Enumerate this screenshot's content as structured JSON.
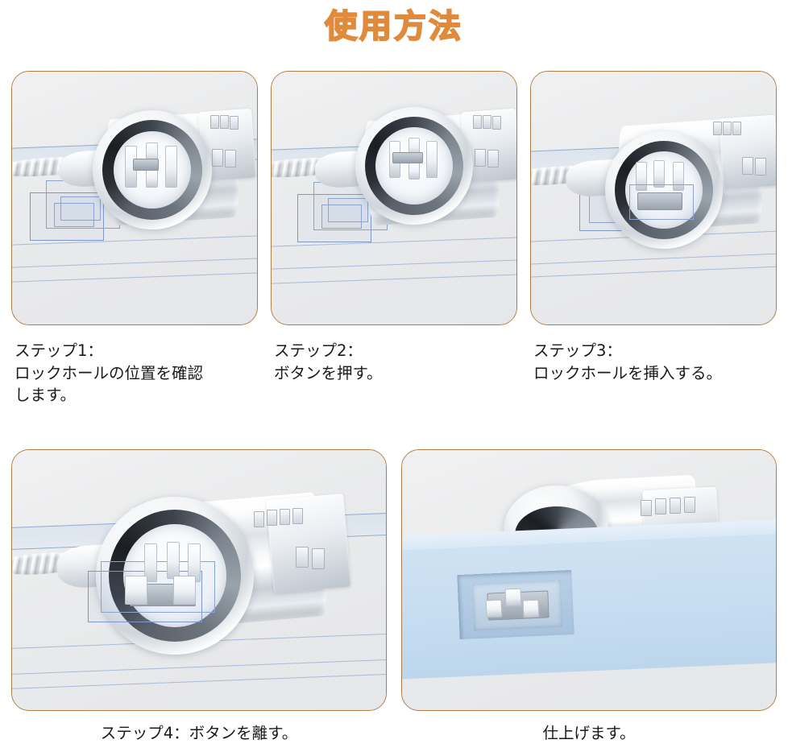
{
  "page": {
    "title": "使用方法",
    "title_color": "#d9a06a",
    "title_outline_color": "#e08a3c",
    "background_color": "#ffffff",
    "panel_border_color": "#b07c45",
    "panel_fill_color": "#eceded",
    "accent_blue": "#93abcd",
    "laptop_body_color": "#c6dcf0"
  },
  "steps": [
    {
      "index": "1",
      "id": "step-1",
      "caption": "ステップ1：\nロックホールの位置を確認\nします。",
      "scene": "lock head aligned beside laptop security slot, slot shown as blue wireframe",
      "row": "top"
    },
    {
      "index": "2",
      "id": "step-2",
      "caption": "ステップ2：\nボタンを押す。",
      "scene": "lock head with T-bar pins retracted after pressing the button",
      "row": "top"
    },
    {
      "index": "3",
      "id": "step-3",
      "caption": "ステップ3：\nロックホールを挿入する。",
      "scene": "lock head inserted into the laptop security slot",
      "row": "top"
    },
    {
      "index": "4",
      "id": "step-4",
      "caption": "ステップ4：ボタンを離す。",
      "scene": "lock head fully engaged, T-bar expanded inside the slot",
      "row": "bottom"
    },
    {
      "index": "5",
      "id": "step-finish",
      "caption": "仕上げます。",
      "scene": "finished: lock secured in the opaque laptop body slot",
      "row": "bottom"
    }
  ]
}
